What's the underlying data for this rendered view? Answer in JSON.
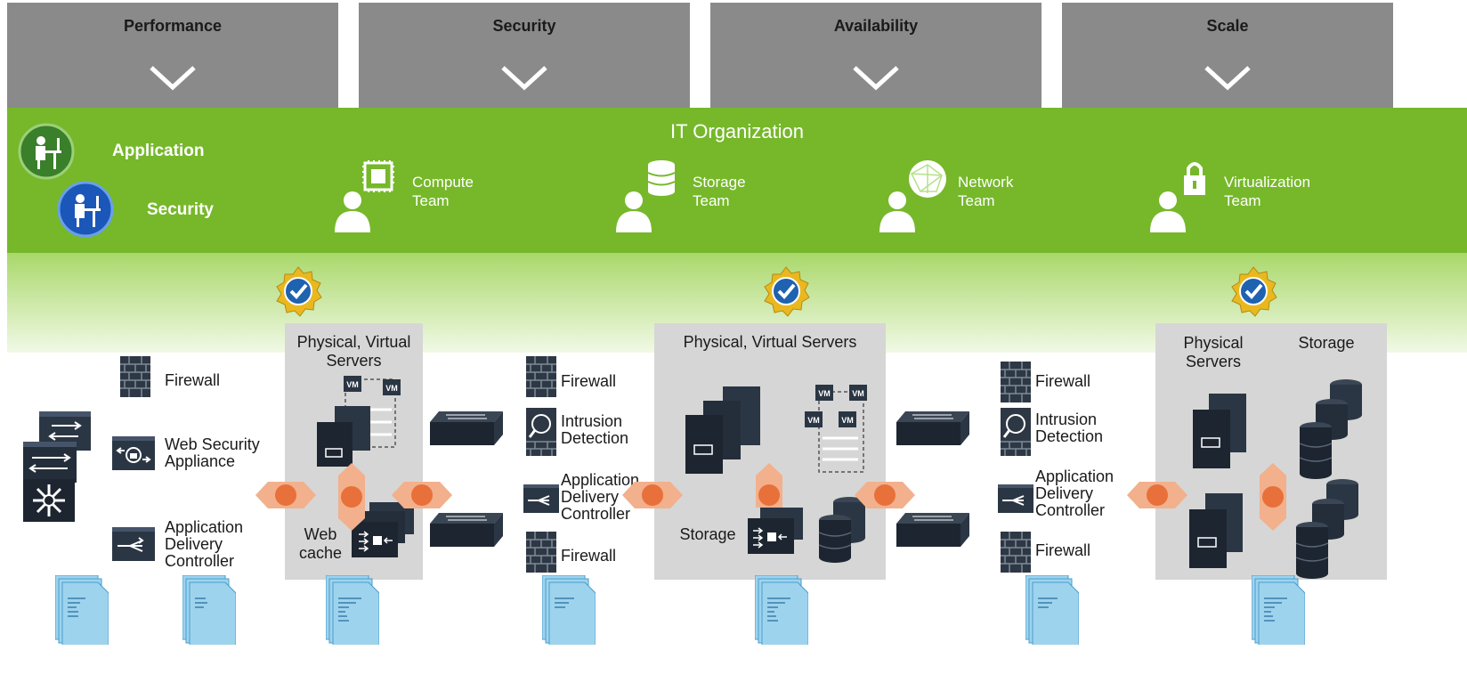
{
  "tabs": [
    {
      "label": "Performance"
    },
    {
      "label": "Security"
    },
    {
      "label": "Availability"
    },
    {
      "label": "Scale"
    }
  ],
  "org": {
    "title": "IT Organization",
    "roles": [
      {
        "label": "Application",
        "color": "#3a7f2a"
      },
      {
        "label": "Security",
        "color": "#1b57b8"
      }
    ],
    "teams": [
      {
        "line1": "Compute",
        "line2": "Team",
        "icon": "chip-icon"
      },
      {
        "line1": "Storage",
        "line2": "Team",
        "icon": "database-icon"
      },
      {
        "line1": "Network",
        "line2": "Team",
        "icon": "globe-icon"
      },
      {
        "line1": "Virtualization",
        "line2": "Team",
        "icon": "lock-icon"
      }
    ]
  },
  "zones": {
    "z1": {
      "line1": "Physical, Virtual",
      "line2": "Servers",
      "sub1": "Web",
      "sub2": "cache"
    },
    "z2": {
      "title": "Physical, Virtual Servers",
      "sub": "Storage"
    },
    "z3": {
      "line1": "Physical",
      "line2": "Servers",
      "right": "Storage"
    }
  },
  "left": {
    "firewall": "Firewall",
    "wsa1": "Web Security",
    "wsa2": "Appliance",
    "adc1": "Application",
    "adc2": "Delivery",
    "adc3": "Controller"
  },
  "mid": {
    "firewall1": "Firewall",
    "ids1": "Intrusion",
    "ids2": "Detection",
    "adc1": "Application",
    "adc2": "Delivery",
    "adc3": "Controller",
    "firewall2": "Firewall"
  },
  "right": {
    "firewall1": "Firewall",
    "ids1": "Intrusion",
    "ids2": "Detection",
    "adc1": "Application",
    "adc2": "Delivery",
    "adc3": "Controller",
    "firewall2": "Firewall"
  },
  "colors": {
    "tab": "#8a8a8a",
    "green": "#76b82a",
    "zone": "#d6d6d6",
    "arrow": "#e8703a",
    "doc": "#9ed3ee"
  }
}
